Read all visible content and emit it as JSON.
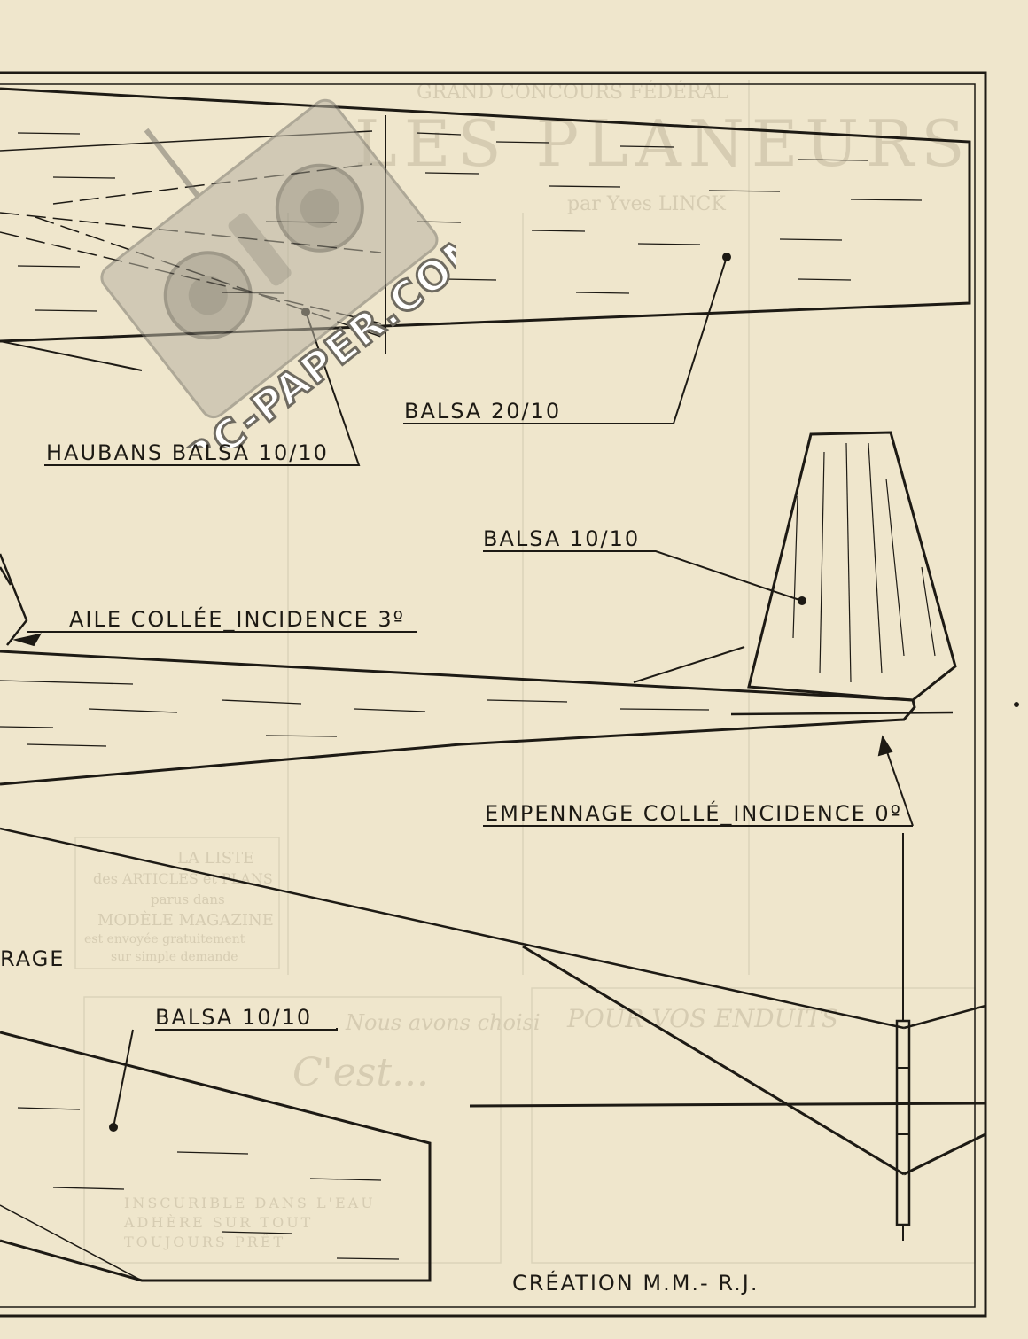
{
  "labels": {
    "haubans": "HAUBANS BALSA 10/10",
    "balsa_20": "BALSA 20/10",
    "balsa_10_fin": "BALSA 10/10",
    "aile": "AILE COLLÉE_INCIDENCE 3º",
    "empennage": "EMPENNAGE COLLÉ_INCIDENCE 0º",
    "rage": "RAGE",
    "balsa_10_bottom": "BALSA 10/10",
    "creation": "CRÉATION M.M.- R.J."
  },
  "watermark": {
    "text": "RC-PAPER.COM"
  },
  "background_text": {
    "header_line1": "GRAND CONCOURS FÉDÉRAL",
    "header_line2": "LES PLANEURS",
    "byline": "par Yves LINCK",
    "box1_line1": "LA LISTE",
    "box1_line2": "des ARTICLES et PLANS",
    "box1_line3": "parus dans",
    "box1_line4": "MODÈLE MAGAZINE",
    "box1_line5": "est envoyée gratuitement",
    "box1_line6": "sur simple demande",
    "ad_line1": "Nous avons choisi",
    "ad_line2": "C'est...",
    "ad_line3": "INSCURIBLE DANS L'EAU",
    "ad_line4": "ADHÈRE SUR TOUT",
    "ad_line5": "TOUJOURS PRÊT",
    "right_box_title": "POUR VOS ENDUITS"
  },
  "colors": {
    "paper": "#efe6cc",
    "ink": "#1d1a14",
    "ghost": "#d6ccb2"
  }
}
